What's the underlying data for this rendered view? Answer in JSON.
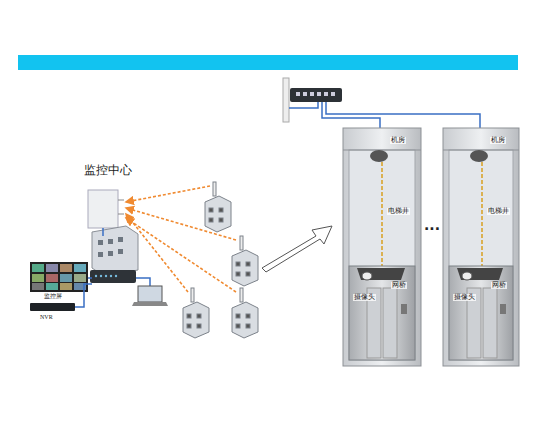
{
  "diagram": {
    "nodes": [
      {
        "text": [
          "机房",
          "电梯井",
          "摄像头",
          "网桥"
        ]
      },
      {
        "text": [
          "机房",
          "电梯井",
          "摄像头",
          "网桥"
        ]
      }
    ],
    "labels": [
      "监控中心",
      "监控屏",
      "NVR",
      "..."
    ]
  }
}
